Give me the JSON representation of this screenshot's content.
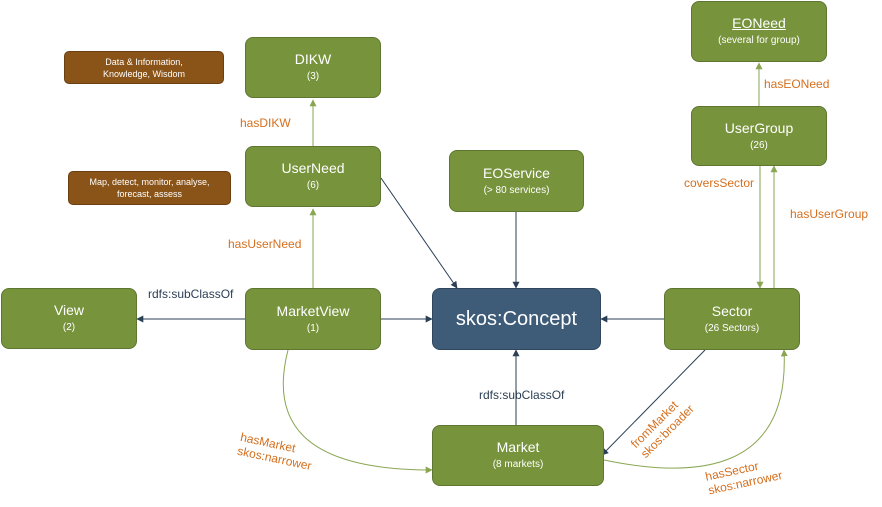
{
  "nodes": {
    "dikw": {
      "title": "DIKW",
      "sub": "(3)"
    },
    "userneed": {
      "title": "UserNeed",
      "sub": "(6)"
    },
    "eoservice": {
      "title": "EOService",
      "sub": "(> 80 services)"
    },
    "eoneed": {
      "title": "EONeed",
      "sub": "(several for group)"
    },
    "usergroup": {
      "title": "UserGroup",
      "sub": "(26)"
    },
    "view": {
      "title": "View",
      "sub": "(2)"
    },
    "marketview": {
      "title": "MarketView",
      "sub": "(1)"
    },
    "concept": {
      "title": "skos:Concept"
    },
    "sector": {
      "title": "Sector",
      "sub": "(26 Sectors)"
    },
    "market": {
      "title": "Market",
      "sub": "(8 markets)"
    }
  },
  "notes": {
    "dikw_note": {
      "line1": "Data & Information,",
      "line2": "Knowledge, Wisdom"
    },
    "userneed_note": {
      "line1": "Map, detect, monitor, analyse,",
      "line2": "forecast, assess"
    }
  },
  "edge_labels": {
    "has_dikw": "hasDIKW",
    "has_user_need": "hasUserNeed",
    "has_eo_need": "hasEONeed",
    "covers_sector": "coversSector",
    "has_user_group": "hasUserGroup",
    "subclass_view": "rdfs:subClassOf",
    "subclass_market": "rdfs:subClassOf",
    "has_market": {
      "line1": "hasMarket",
      "line2": "skos:narrower"
    },
    "from_market": {
      "line1": "fromMarket",
      "line2": "skos:broader"
    },
    "has_sector": {
      "line1": "hasSector",
      "line2": "skos:narrower"
    }
  },
  "colors": {
    "node_fill": "#77933c",
    "concept_fill": "#3e5c78",
    "note_fill": "#8a5317",
    "label_orange": "#d46f1e",
    "edge_dark": "#2b3f55",
    "edge_green": "#8aa653"
  }
}
